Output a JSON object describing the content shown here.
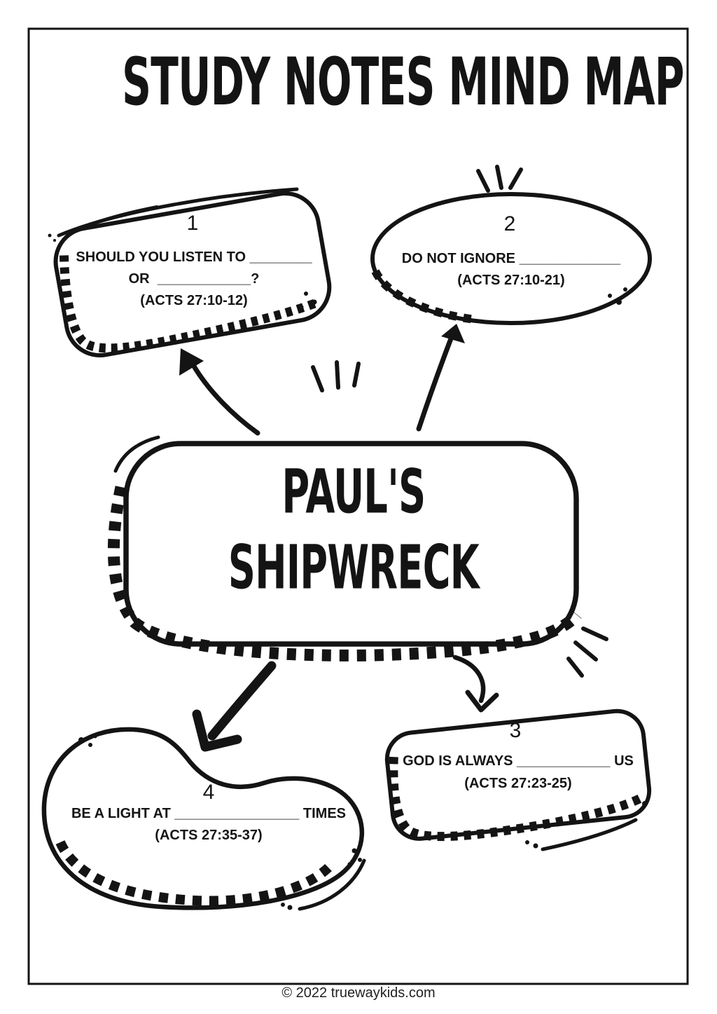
{
  "header": {
    "title": "STUDY NOTES MIND MAP"
  },
  "center": {
    "line1": "PAUL'S",
    "line2": "SHIPWRECK"
  },
  "bubbles": [
    {
      "number": "1",
      "line1": "SHOULD YOU LISTEN TO ________",
      "line2": "OR  ____________?",
      "verse": "(ACTS 27:10-12)"
    },
    {
      "number": "2",
      "line1": "DO NOT IGNORE _____________",
      "verse": "(ACTS 27:10-21)"
    },
    {
      "number": "3",
      "line1": "GOD IS ALWAYS ____________ US",
      "verse": "(ACTS 27:23-25)"
    },
    {
      "number": "4",
      "line1": "BE A LIGHT AT ________________ TIMES",
      "verse": "(ACTS 27:35-37)"
    }
  ],
  "footer": {
    "copyright": "© 2022 truewaykids.com"
  },
  "colors": {
    "ink": "#141414",
    "paper": "#ffffff"
  }
}
